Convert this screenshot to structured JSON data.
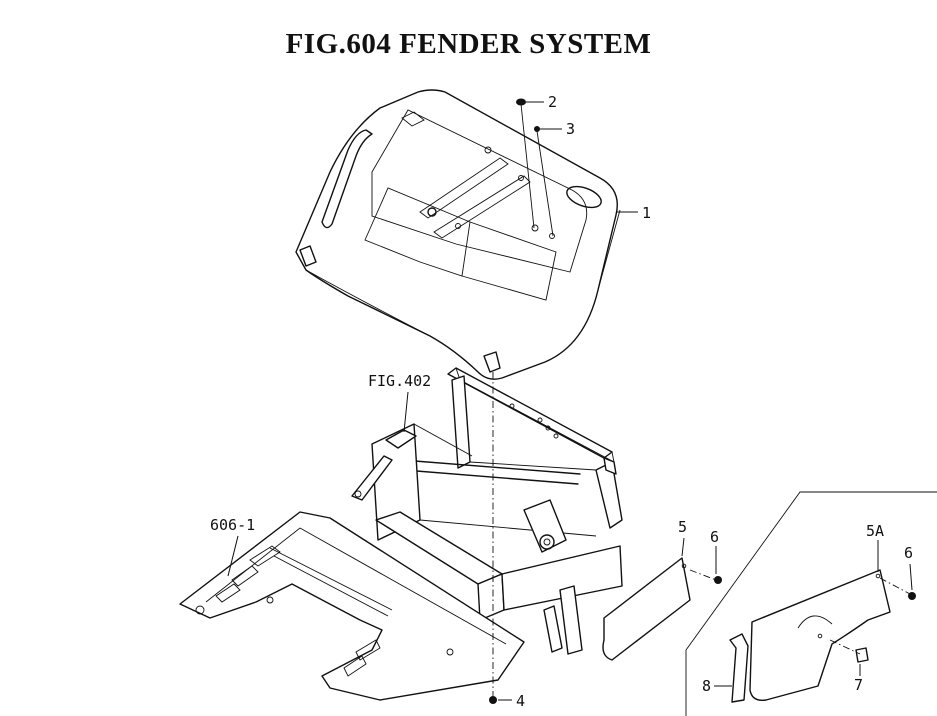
{
  "title": "FIG.604  FENDER SYSTEM",
  "callouts": {
    "c1": "1",
    "c2": "2",
    "c3": "3",
    "c4": "4",
    "c5": "5",
    "c5a": "5A",
    "c6a": "6",
    "c6b": "6",
    "c7": "7",
    "c8": "8",
    "fig402": "FIG.402",
    "fig606": "606-1"
  }
}
